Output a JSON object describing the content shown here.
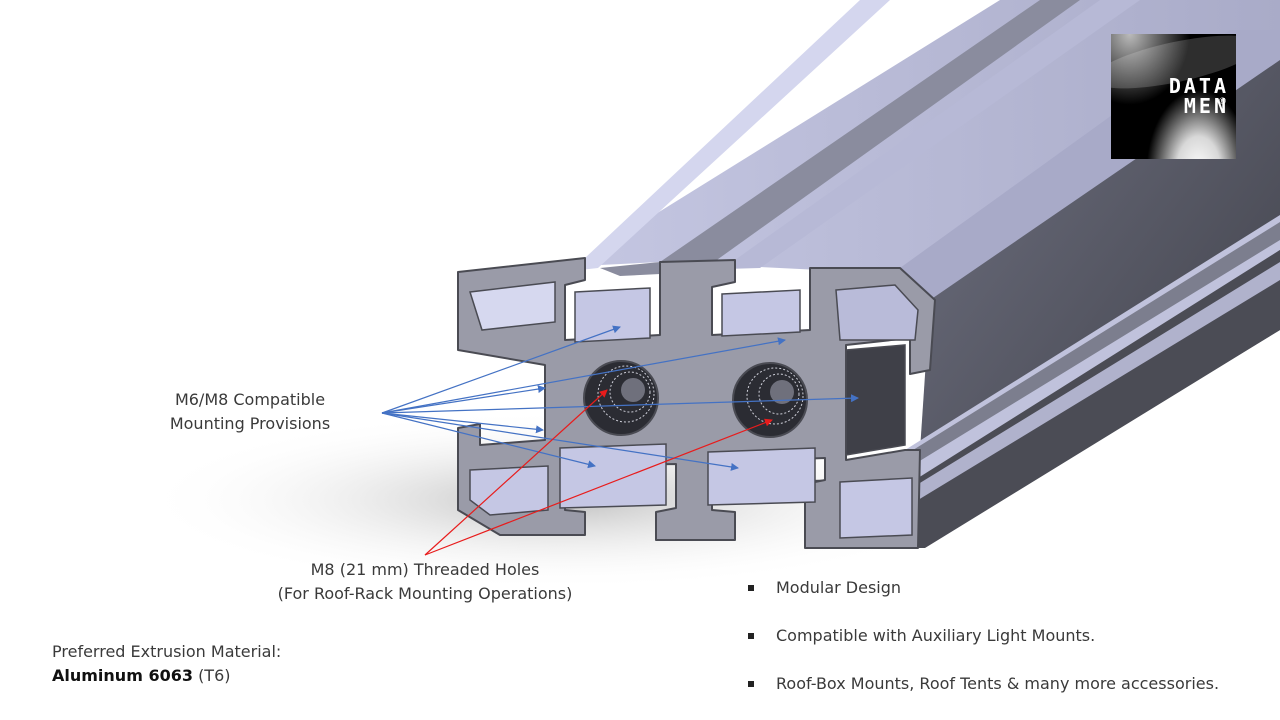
{
  "callouts": {
    "mounting_line1": "M6/M8 Compatible",
    "mounting_line2": "Mounting Provisions",
    "threaded_line1": "M8 (21 mm) Threaded Holes",
    "threaded_line2": "(For Roof-Rack Mounting Operations)"
  },
  "material": {
    "label": "Preferred Extrusion Material:",
    "name": "Aluminum 6063",
    "temper": "(T6)"
  },
  "features": [
    "Modular Design",
    "Compatible with Auxiliary Light Mounts.",
    "Roof-Box Mounts, Roof Tents & many more accessories."
  ],
  "logo": {
    "line1": "DATA",
    "line2": "MEN",
    "mark": "®"
  },
  "colors": {
    "arrow_blue": "#4472c4",
    "arrow_red": "#e81c1c",
    "extrusion_face": "#9a9ba8",
    "extrusion_top": "#c4c6e2",
    "extrusion_dark": "#56575f"
  }
}
